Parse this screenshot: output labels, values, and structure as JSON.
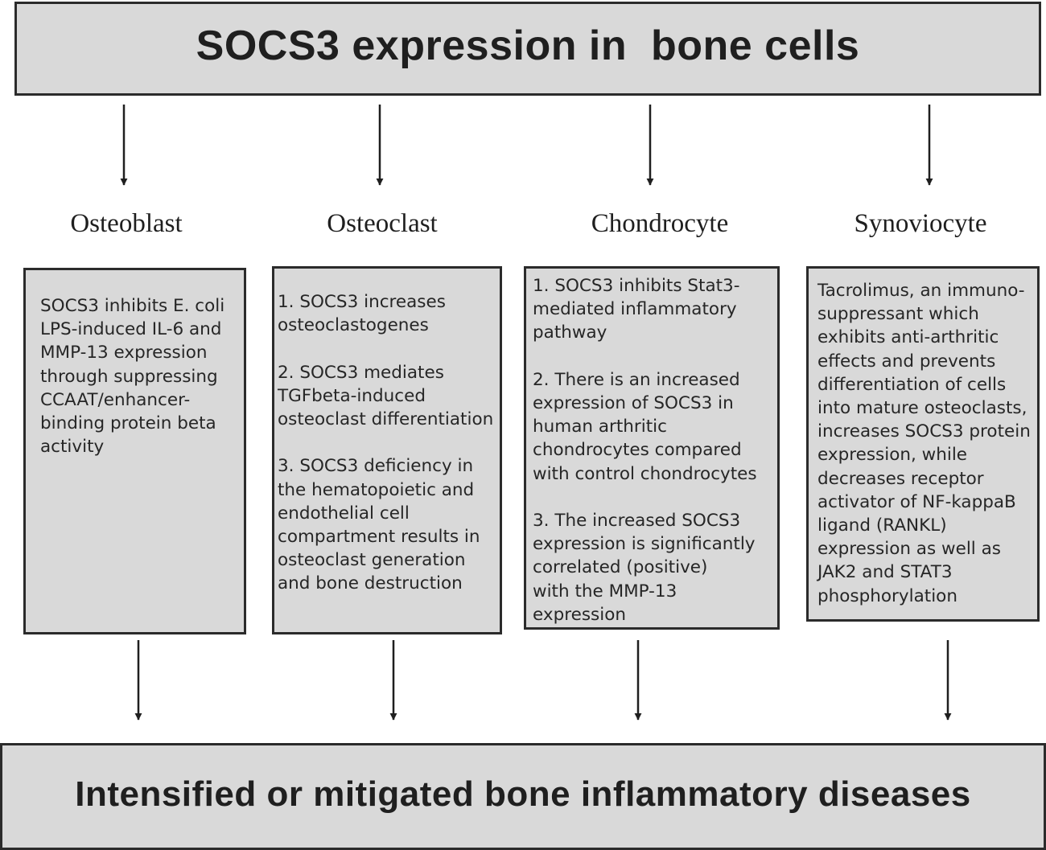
{
  "title": "SOCS3 expression in  bone cells",
  "outcome": "Intensified or mitigated bone inflammatory diseases",
  "columns": [
    {
      "heading": "Osteoblast",
      "text": "SOCS3 inhibits E. coli\nLPS-induced IL-6 and\nMMP-13 expression\nthrough suppressing\nCCAAT/enhancer-\nbinding protein beta\nactivity"
    },
    {
      "heading": "Osteoclast",
      "text": "1.  SOCS3 increases\nosteoclastogenes\n\n2.  SOCS3 mediates\nTGFbeta-induced\nosteoclast differentiation\n\n3.  SOCS3 deficiency in\nthe hematopoietic and\nendothelial cell\ncompartment results in\nosteoclast generation\nand bone destruction"
    },
    {
      "heading": "Chondrocyte",
      "text": "1.  SOCS3 inhibits Stat3-\nmediated inflammatory\n pathway\n\n2.  There is an increased\nexpression of SOCS3 in\nhuman arthritic\n chondrocytes compared\n with control chondrocytes\n\n3.   The increased SOCS3\n expression is significantly\n correlated (positive)\n with the MMP-13\n expression"
    },
    {
      "heading": "Synoviocyte",
      "text": "Tacrolimus, an immuno-\nsuppressant which\nexhibits anti-arthritic\neffects and prevents\ndifferentiation of cells\ninto mature osteoclasts,\nincreases SOCS3 protein\nexpression, while\ndecreases receptor\nactivator of NF-kappaB\n ligand (RANKL)\nexpression as well as\nJAK2 and STAT3\nphosphorylation"
    }
  ]
}
